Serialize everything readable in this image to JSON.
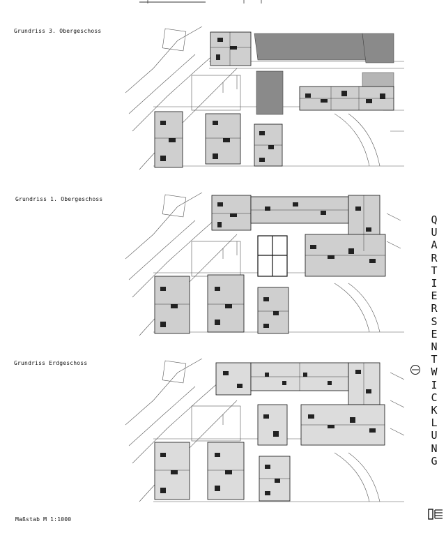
{
  "plans": [
    {
      "label": "Grundriss 3. Obergeschoss"
    },
    {
      "label": "Grundriss 1. Obergeschoss"
    },
    {
      "label": "Grundriss Erdgeschoss"
    }
  ],
  "scale": "Maßstab M 1:1000",
  "vertical_title": [
    "Q",
    "U",
    "A",
    "R",
    "T",
    "I",
    "E",
    "R",
    "S",
    "E",
    "N",
    "T",
    "W",
    "I",
    "C",
    "K",
    "L",
    "U",
    "N",
    "G"
  ],
  "icons": {
    "north": "north-arrow-icon",
    "logo": "logo-mark-icon"
  }
}
